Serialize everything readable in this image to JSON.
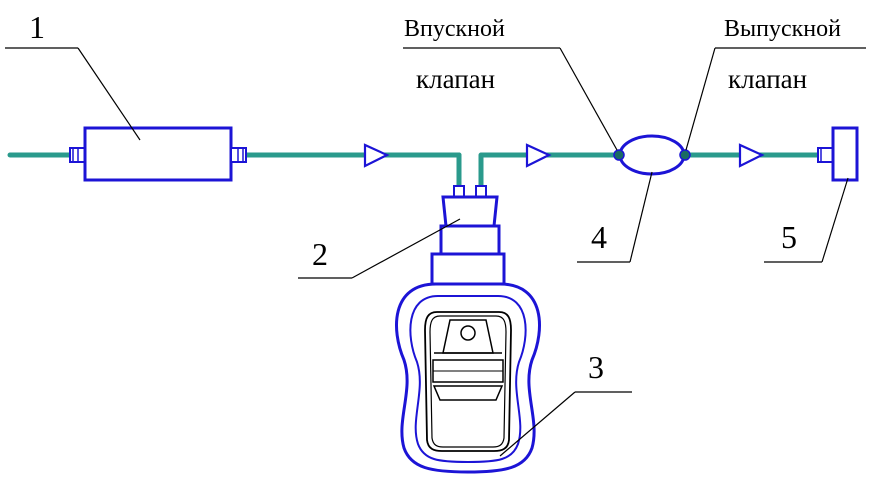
{
  "labels": {
    "filter_number": "1",
    "tee_number": "2",
    "device_number": "3",
    "bulb_number": "4",
    "outlet_number": "5",
    "inlet_valve_line1": "Впускной",
    "inlet_valve_line2": "клапан",
    "outlet_valve_line1": "Выпускной",
    "outlet_valve_line2": "клапан"
  },
  "colors": {
    "tube": "#2a9a8c",
    "component_outline": "#1c14d6",
    "leader_lines": "#000000"
  },
  "icons": {
    "flow_direction": "triangle-arrow-right"
  }
}
